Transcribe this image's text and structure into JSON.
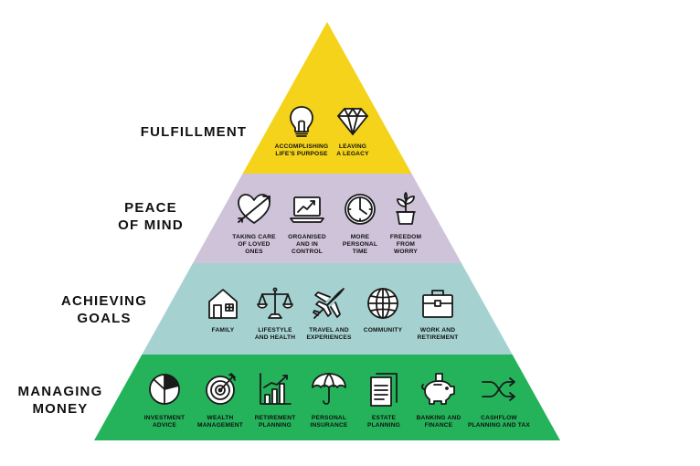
{
  "tiers": [
    {
      "label_lines": [
        "FULFILLMENT"
      ],
      "color": "#f4d31a",
      "items": [
        {
          "icon": "lightbulb-icon",
          "lines": [
            "ACCOMPLISHING",
            "LIFE'S PURPOSE"
          ]
        },
        {
          "icon": "diamond-icon",
          "lines": [
            "LEAVING",
            "A LEGACY"
          ]
        }
      ]
    },
    {
      "label_lines": [
        "PEACE",
        "OF MIND"
      ],
      "color": "#cec3d9",
      "items": [
        {
          "icon": "heart-arrow-icon",
          "lines": [
            "TAKING CARE",
            "OF LOVED",
            "ONES"
          ]
        },
        {
          "icon": "laptop-chart-icon",
          "lines": [
            "ORGANISED",
            "AND IN",
            "CONTROL"
          ]
        },
        {
          "icon": "clock-icon",
          "lines": [
            "MORE",
            "PERSONAL",
            "TIME"
          ]
        },
        {
          "icon": "potted-plant-icon",
          "lines": [
            "FREEDOM",
            "FROM",
            "WORRY"
          ]
        }
      ]
    },
    {
      "label_lines": [
        "ACHIEVING",
        "GOALS"
      ],
      "color": "#a5d2d1",
      "items": [
        {
          "icon": "house-icon",
          "lines": [
            "FAMILY"
          ]
        },
        {
          "icon": "scales-icon",
          "lines": [
            "LIFESTYLE",
            "AND HEALTH"
          ]
        },
        {
          "icon": "airplane-icon",
          "lines": [
            "TRAVEL AND",
            "EXPERIENCES"
          ]
        },
        {
          "icon": "globe-icon",
          "lines": [
            "COMMUNITY"
          ]
        },
        {
          "icon": "briefcase-icon",
          "lines": [
            "WORK AND",
            "RETIREMENT"
          ]
        }
      ]
    },
    {
      "label_lines": [
        "MANAGING",
        "MONEY"
      ],
      "color": "#24b35a",
      "items": [
        {
          "icon": "pie-chart-icon",
          "lines": [
            "INVESTMENT",
            "ADVICE"
          ]
        },
        {
          "icon": "target-icon",
          "lines": [
            "WEALTH",
            "MANAGEMENT"
          ]
        },
        {
          "icon": "bar-chart-icon",
          "lines": [
            "RETIREMENT",
            "PLANNING"
          ]
        },
        {
          "icon": "umbrella-icon",
          "lines": [
            "PERSONAL",
            "INSURANCE"
          ]
        },
        {
          "icon": "document-icon",
          "lines": [
            "ESTATE",
            "PLANNING"
          ]
        },
        {
          "icon": "piggy-bank-icon",
          "lines": [
            "BANKING AND",
            "FINANCE"
          ]
        },
        {
          "icon": "shuffle-arrows-icon",
          "lines": [
            "CASHFLOW",
            "PLANNING AND TAX"
          ]
        }
      ]
    }
  ],
  "colors": {
    "line": "#1a1a1a",
    "icon_fill": "#ffffff"
  }
}
